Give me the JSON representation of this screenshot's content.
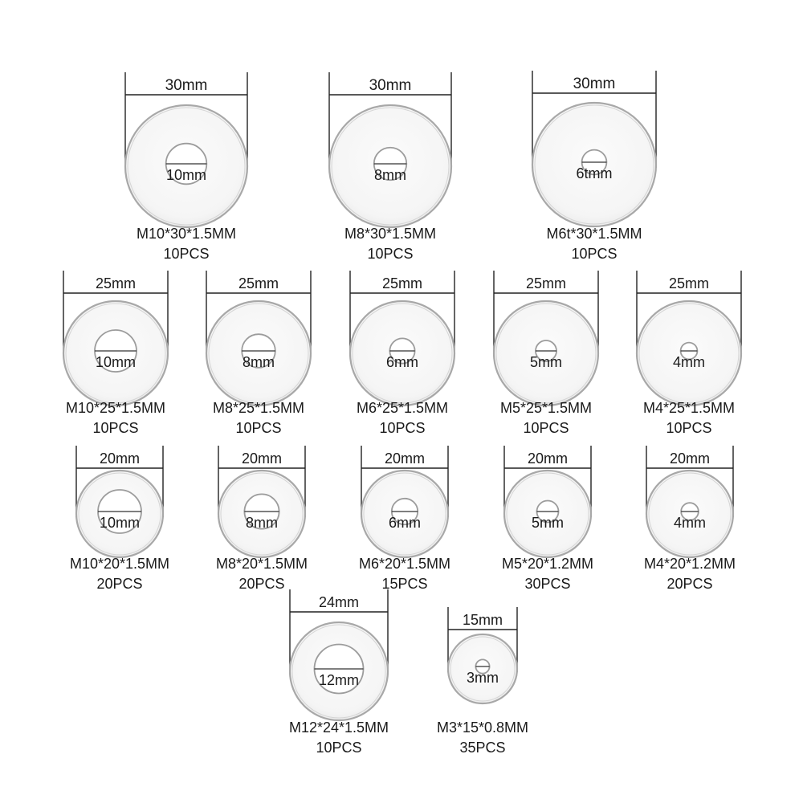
{
  "colors": {
    "background": "#ffffff",
    "washer_face": "#f7f7f7",
    "washer_edge": "#a8a8a8",
    "text": "#1a1a1a"
  },
  "washers": [
    {
      "outer_label": "30mm",
      "inner_label": "10mm",
      "spec": "M10*30*1.5MM",
      "qty": "10PCS",
      "outer_mm": 30,
      "inner_mm": 10
    },
    {
      "outer_label": "30mm",
      "inner_label": "8mm",
      "spec": "M8*30*1.5MM",
      "qty": "10PCS",
      "outer_mm": 30,
      "inner_mm": 8
    },
    {
      "outer_label": "30mm",
      "inner_label": "6tmm",
      "spec": "M6t*30*1.5MM",
      "qty": "10PCS",
      "outer_mm": 30,
      "inner_mm": 6
    },
    {
      "outer_label": "25mm",
      "inner_label": "10mm",
      "spec": "M10*25*1.5MM",
      "qty": "10PCS",
      "outer_mm": 25,
      "inner_mm": 10
    },
    {
      "outer_label": "25mm",
      "inner_label": "8mm",
      "spec": "M8*25*1.5MM",
      "qty": "10PCS",
      "outer_mm": 25,
      "inner_mm": 8
    },
    {
      "outer_label": "25mm",
      "inner_label": "6mm",
      "spec": "M6*25*1.5MM",
      "qty": "10PCS",
      "outer_mm": 25,
      "inner_mm": 6
    },
    {
      "outer_label": "25mm",
      "inner_label": "5mm",
      "spec": "M5*25*1.5MM",
      "qty": "10PCS",
      "outer_mm": 25,
      "inner_mm": 5
    },
    {
      "outer_label": "25mm",
      "inner_label": "4mm",
      "spec": "M4*25*1.5MM",
      "qty": "10PCS",
      "outer_mm": 25,
      "inner_mm": 4
    },
    {
      "outer_label": "20mm",
      "inner_label": "10mm",
      "spec": "M10*20*1.5MM",
      "qty": "20PCS",
      "outer_mm": 20,
      "inner_mm": 10
    },
    {
      "outer_label": "20mm",
      "inner_label": "8mm",
      "spec": "M8*20*1.5MM",
      "qty": "20PCS",
      "outer_mm": 20,
      "inner_mm": 8
    },
    {
      "outer_label": "20mm",
      "inner_label": "6mm",
      "spec": "M6*20*1.5MM",
      "qty": "15PCS",
      "outer_mm": 20,
      "inner_mm": 6
    },
    {
      "outer_label": "20mm",
      "inner_label": "5mm",
      "spec": "M5*20*1.2MM",
      "qty": "30PCS",
      "outer_mm": 20,
      "inner_mm": 5
    },
    {
      "outer_label": "20mm",
      "inner_label": "4mm",
      "spec": "M4*20*1.2MM",
      "qty": "20PCS",
      "outer_mm": 20,
      "inner_mm": 4
    },
    {
      "outer_label": "24mm",
      "inner_label": "12mm",
      "spec": "M12*24*1.5MM",
      "qty": "10PCS",
      "outer_mm": 24,
      "inner_mm": 12
    },
    {
      "outer_label": "15mm",
      "inner_label": "3mm",
      "spec": "M3*15*0.8MM",
      "qty": "35PCS",
      "outer_mm": 15,
      "inner_mm": 3
    }
  ]
}
